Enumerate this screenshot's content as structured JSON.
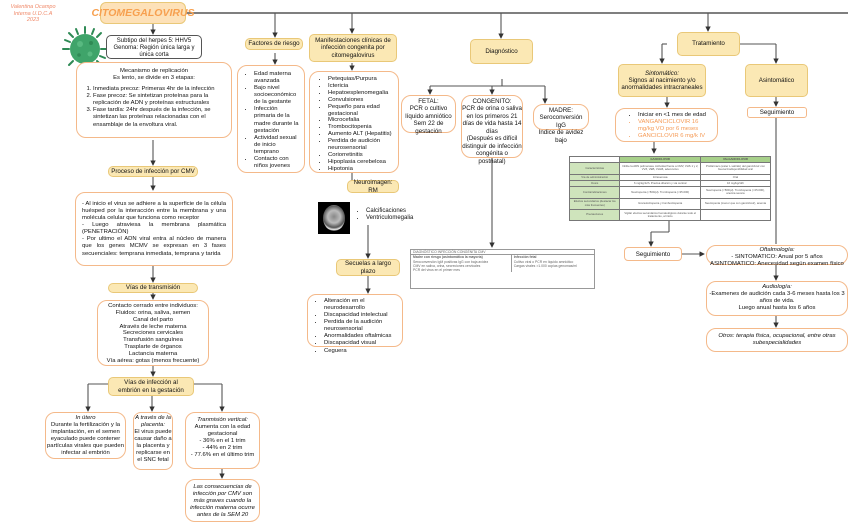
{
  "credit": [
    "Valentina Ocampo",
    "Interna U.D.C.A",
    "2023"
  ],
  "title": "CITOMEGALOVIRUS",
  "icons": {
    "virus": "virus-icon",
    "mri": "brain-ct-scan-image"
  },
  "subtype": [
    "Subtipo del herpes 5: HHV5",
    "Genoma: Región única larga y única corta"
  ],
  "replication": {
    "heading": [
      "Mecanismo de replicación",
      "Es lento, se divide en 3 etapas:"
    ],
    "steps": [
      "Inmediata precoz: Primeras 4hr de la infección",
      "Fase precoz: Se sintetizan proteínas para la replicación de ADN y proteínas estructurales",
      "Fase tardía: 24hr después de la infección, se sintetizan las proteínas relacionadas con el ensamblaje de la envoltura viral."
    ]
  },
  "infection_process": {
    "label": "Proceso de infección por CMV",
    "text": [
      "- Al inicio el virus se adhiere a la superficie de la célula huésped por la interacción entre la membrana y una molécula celular que funciona como receptor",
      "- Luego atraviesa la membrana plasmática (PENETRACIÓN)",
      "- Por ultimo el ADN viral entra al núcleo de manera que los genes MCMV se expresan en 3 fases secuenciales: temprana inmediata, temprana y tarida"
    ]
  },
  "transmission": {
    "label": "Vías de transmisión",
    "items": [
      "Contacto cerrado entre individuos:",
      "Fluidos: orina, saliva, semen",
      "Canal del parto",
      "Através de leche materna",
      "Secreciones cervicales",
      "Transfusión sanguínea",
      "Trasplarte de órganos",
      "Lactancia materna",
      "Vía aérea: gotas (menos frecuente)"
    ]
  },
  "embryo_routes": {
    "label": "Vías de infección al embrión en la gestación",
    "in_utero": {
      "title": "In útero",
      "text": "Durante la fertilización y la implantación, en el semen eyaculado puede contener partículas virales que pueden infectar al embrión"
    },
    "placenta": {
      "title": "A través de la placenta:",
      "text": "El virus puede causar daño a la placenta y replicarse en el SNC fetal"
    },
    "vertical": {
      "title": "Tranmisión vertical:",
      "lines": [
        "Aumenta con la edad gestacional",
        "- 36% en el 1 trim",
        "- 44% en 2 trim",
        "- 77.6% en el último trim"
      ]
    },
    "consequence": "Las consecuencias de infección por CMV son más graves cuando la infección materna ocurre antes de la SEM 20"
  },
  "risk_factors": {
    "label": "Factores de riesgo",
    "items": [
      "Edad materna avanzada",
      "Bajo nivel socioeconómico de la gestante",
      "Infección primaria de la madre durante la gestación",
      "Actividad sexual de inicio temprano",
      "Contacto con niños jovenes"
    ]
  },
  "manifestations": {
    "label": "Manifestaciones clínicas de infección congenita por citomegalovirus",
    "items": [
      "Petequias/Purpura",
      "Ictericia",
      "Hepatoesplenomegalia",
      "Convulsiones",
      "Pequeño para edad gestacional",
      "Microcefalia",
      "Trombocitopenia",
      "Aumento ALT (Hepatitis)",
      "Perdida de audición neurosensorial",
      "Coriorretinitis",
      "Hipoplasia cerebelosa",
      "Hipotonia"
    ]
  },
  "neuroimaging": {
    "label": "Neuroimagen: RM",
    "items": [
      "Calcificaciones",
      "Ventriculomegalia"
    ]
  },
  "sequelae": {
    "label": "Secuelas a largo plazo",
    "items": [
      "Alteración en el neurodesarrollo",
      "Discapacidad intelectual",
      "Perdida de la audición neurosensorial",
      "Anormalidades oftalmicas",
      "Discapacidad visual",
      "Ceguera"
    ]
  },
  "diagnosis": {
    "label": "Diagnóstico",
    "fetal": [
      "FETAL:",
      "PCR o cultivo líquido amniótico",
      "Sem 22 de gestación"
    ],
    "congenital": [
      "CONGENITO:",
      "PCR de orina o saliva en los primeros 21 días de vida hasta 14 días",
      "(Después es difícil distinguir de infección congénita o postnatal)"
    ],
    "mother": [
      "MADRE:",
      "Seroconversión IgG",
      "Indice de avidez bajo"
    ],
    "table": {
      "title": "DIAGNÓSTICO INFECCIÓN CONGÉNITA CMV",
      "col1_header": "Madre con riesgo (asintomática la mayoría)",
      "col2_header": "Infección fetal",
      "col1_items": [
        "Seroconversión IgM positivas IgG con baja avidez",
        "CMV en saliva, orina, secreciones cervicales",
        "PCR del virus en el primer mes"
      ],
      "col2_items": [
        "Cultivo viral o PCR en líquido amniótico",
        "Cargas virales >1.000 copias genomas/ml"
      ]
    }
  },
  "treatment": {
    "label": "Tratamiento",
    "symptomatic": {
      "title": "Sintomático:",
      "text": "Signos al nacimiento y/o anormalidades intracraneales"
    },
    "asymptomatic": "Asintomático",
    "symptomatic_items": [
      {
        "text": "Iniciar en <1 mes de edad",
        "highlight": false
      },
      {
        "text": "VANGANCICLOVIR 16 mg/kg VO por 6 meses",
        "highlight": true
      },
      {
        "text": "GANCICLOVIR 6 mg/k IV",
        "highlight": true
      }
    ],
    "drug_table": {
      "headers": [
        "",
        "GANCICLOVIR",
        "VALGANCICLOVIR"
      ],
      "rows": [
        [
          "Características",
          "Inhibe la ADN polimerasa. Actividad frente a CMV, VHS 1 y 2, VVZ, VEB, VHH6, adenovirus",
          "Profármaco (éster L-valinilo) del ganciclovir con buena biodisponibilidad oral"
        ],
        [
          "Vía de administración",
          "Intravenosa",
          "Oral"
        ],
        [
          "Dosis",
          "6 mg/kg/12h. Precisa dilución y vía central",
          "16 mg/kg/12h"
        ],
        [
          "Contraindicaciones",
          "Neutropenia (<500/µl). Trombopenia (<25.000)",
          "Neutropenia (<500/µl). Trombopenia (<25.000), anemia severa"
        ],
        [
          "Efectos secundarios (destacar los más frecuentes)",
          "Granulocitopenia y trombocitopenia",
          "Neutropenia (menor que con ganciclovir), anemia"
        ],
        [
          "Precauciones",
          "Vigilar efectos secundarios hematológicos durante todo el tratamiento, al inicio",
          ""
        ]
      ]
    },
    "follow_up_label": "Seguimiento",
    "ophthalmology": {
      "title": "Oftalmología:",
      "lines": [
        "- SINTOMATICO: Anual por 5 años",
        "ASINTOMATICO: Anecesidad según examen físico"
      ]
    },
    "audiology": {
      "title": "Audiología:",
      "lines": [
        "-Examenes de audición cada 3-6 meses hasta los 3 años de vida.",
        "Luego anual hasta los 6 años"
      ]
    },
    "others": "Otros: terapia física, ocupacional, entre otras subespecialidades"
  },
  "colors": {
    "yellow_fill": "#fbe8b4",
    "yellow_border": "#e9c878",
    "orange_border": "#f4b98a",
    "orange_text": "#f59b57",
    "virus_green": "#3fa46a",
    "table_green": "#a7d08a"
  }
}
